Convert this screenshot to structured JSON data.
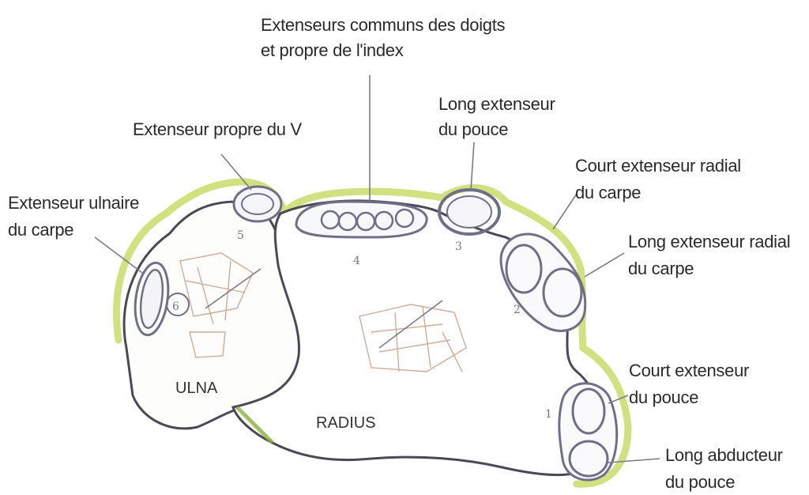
{
  "labels": {
    "extenseurs_communs_1": "Extenseurs communs des doigts",
    "extenseurs_communs_2": "et propre de l'index",
    "long_extenseur_pouce_1": "Long extenseur",
    "long_extenseur_pouce_2": "du pouce",
    "extenseur_propre_v": "Extenseur propre du V",
    "court_ext_radial_1": "Court extenseur radial",
    "court_ext_radial_2": "du carpe",
    "ext_ulnaire_1": "Extenseur ulnaire",
    "ext_ulnaire_2": "du carpe",
    "long_ext_radial_1": "Long extenseur radial",
    "long_ext_radial_2": "du carpe",
    "court_ext_pouce_1": "Court extenseur",
    "court_ext_pouce_2": "du pouce",
    "long_abducteur_1": "Long abducteur",
    "long_abducteur_2": "du pouce"
  },
  "bones": {
    "ulna": "ULNA",
    "radius": "RADIUS"
  },
  "compartment_numbers": [
    "1",
    "2",
    "3",
    "4",
    "5",
    "6"
  ],
  "colors": {
    "outline": "#4a4a55",
    "retinaculum": "#c9dc6a",
    "sheath": "#6f6f88",
    "sketch": "#b98a6e"
  }
}
